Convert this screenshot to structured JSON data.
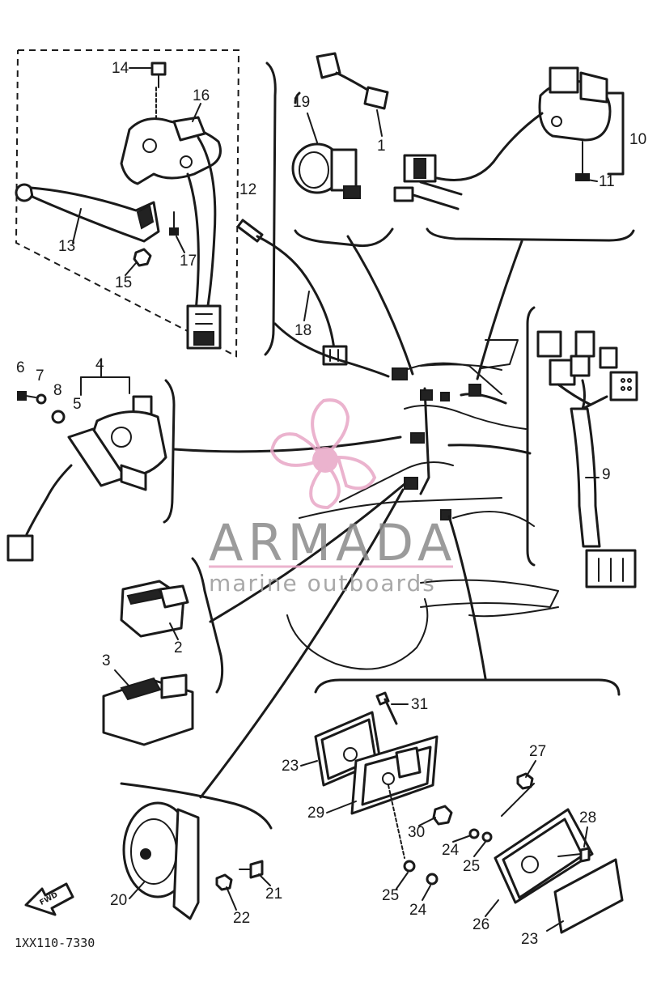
{
  "figure": {
    "drawing_number": "1XX110-7330",
    "fwd_marker": "FWD"
  },
  "watermark": {
    "brand": "ARMADA",
    "tagline": "marine outboards",
    "brand_color": "#e8a6c6",
    "text_color": "#8a8a8a"
  },
  "callouts": [
    {
      "id": "c1",
      "label": "1"
    },
    {
      "id": "c2",
      "label": "2"
    },
    {
      "id": "c3",
      "label": "3"
    },
    {
      "id": "c4",
      "label": "4"
    },
    {
      "id": "c5",
      "label": "5"
    },
    {
      "id": "c6",
      "label": "6"
    },
    {
      "id": "c7",
      "label": "7"
    },
    {
      "id": "c8",
      "label": "8"
    },
    {
      "id": "c9",
      "label": "9"
    },
    {
      "id": "c10",
      "label": "10"
    },
    {
      "id": "c11",
      "label": "11"
    },
    {
      "id": "c12",
      "label": "12"
    },
    {
      "id": "c13",
      "label": "13"
    },
    {
      "id": "c14",
      "label": "14"
    },
    {
      "id": "c15",
      "label": "15"
    },
    {
      "id": "c16",
      "label": "16"
    },
    {
      "id": "c17",
      "label": "17"
    },
    {
      "id": "c18",
      "label": "18"
    },
    {
      "id": "c19",
      "label": "19"
    },
    {
      "id": "c20",
      "label": "20"
    },
    {
      "id": "c21",
      "label": "21"
    },
    {
      "id": "c22",
      "label": "22"
    },
    {
      "id": "c23a",
      "label": "23"
    },
    {
      "id": "c23b",
      "label": "23"
    },
    {
      "id": "c24a",
      "label": "24"
    },
    {
      "id": "c24b",
      "label": "24"
    },
    {
      "id": "c25a",
      "label": "25"
    },
    {
      "id": "c25b",
      "label": "25"
    },
    {
      "id": "c26",
      "label": "26"
    },
    {
      "id": "c27",
      "label": "27"
    },
    {
      "id": "c28",
      "label": "28"
    },
    {
      "id": "c29",
      "label": "29"
    },
    {
      "id": "c30",
      "label": "30"
    },
    {
      "id": "c31",
      "label": "31"
    }
  ]
}
